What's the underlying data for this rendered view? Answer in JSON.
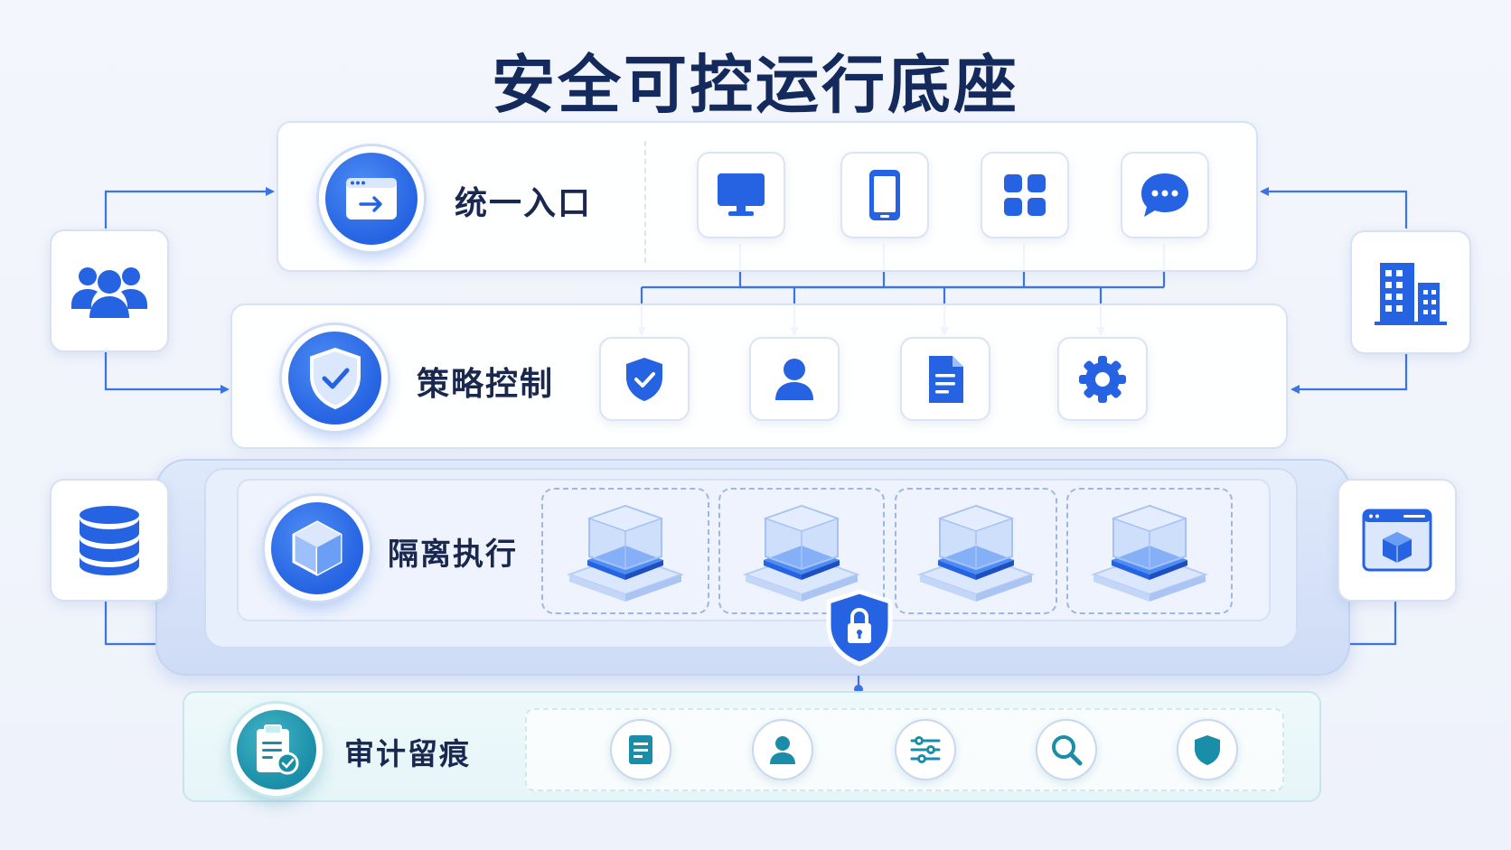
{
  "title": "安全可控运行底座",
  "layers": {
    "entry": {
      "label": "统一入口",
      "main_icon": "login-window-icon",
      "items": [
        "monitor-icon",
        "phone-icon",
        "apps-grid-icon",
        "chat-bubble-icon"
      ]
    },
    "policy": {
      "label": "策略控制",
      "main_icon": "shield-check-icon",
      "items": [
        "shield-check-icon",
        "user-icon",
        "document-icon",
        "gear-icon"
      ]
    },
    "execution": {
      "label": "隔离执行",
      "main_icon": "cube-icon",
      "items": [
        "sandbox-cube-icon",
        "sandbox-cube-icon",
        "sandbox-cube-icon",
        "sandbox-cube-icon"
      ],
      "center_icon": "lock-shield-icon"
    },
    "audit": {
      "label": "审计留痕",
      "main_icon": "clipboard-check-icon",
      "items": [
        "document-icon",
        "user-icon",
        "sliders-icon",
        "search-icon",
        "shield-icon"
      ]
    }
  },
  "side_nodes": {
    "left": [
      "users-group-icon",
      "database-icon"
    ],
    "right": [
      "building-icon",
      "app-window-cube-icon"
    ]
  },
  "colors": {
    "primary": "#2563e2",
    "accent_light": "#4d8cf4",
    "teal": "#1a8ea8",
    "title": "#152a5c",
    "line": "#3a74e8"
  }
}
